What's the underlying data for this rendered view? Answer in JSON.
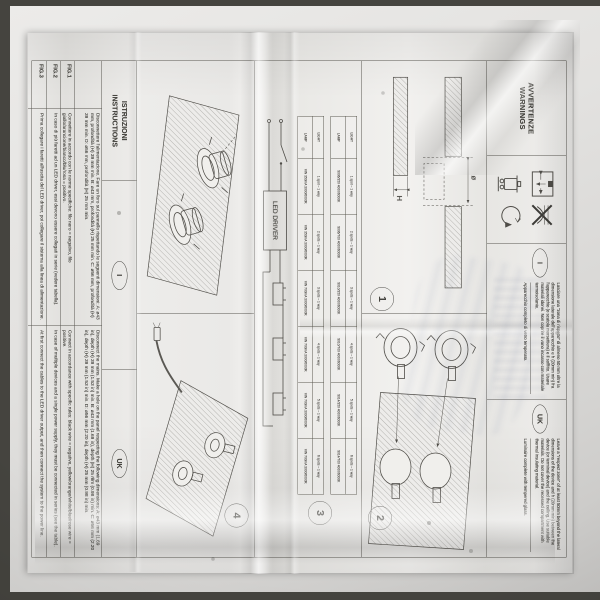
{
  "warnings": {
    "title_line1": "AVVERTENZE",
    "title_line2": "WARNINGS",
    "lang_it": "I",
    "lang_en": "UK",
    "it_text": "Lasciare una \"zona di rispetto\" di almeno 50 mm oltre la dimensione laterale dell'apparecchio e h (20mm min) fra l'apparecchio (o scatola morsettiera) e il soffitto. Usare materiali idonei. Non coprire il vano incasso con materiale termoisolante.",
    "it_note": "Apparecchio completo di vetro temperato.",
    "en_text": "Leave a \"respect zone\" of at least 50mm beyond the lateral dimensions of the device and h (20mm min) between the device (or terminal device) and the ceiling. Use suitable materials. Do not cover the recessed compartment with thermal insulating material.",
    "en_note": "Luminaire complete with tempered glass.",
    "icons": [
      "respect-zone-icon",
      "no-cover-icon",
      "weee-bin-icon",
      "recycle-icon"
    ]
  },
  "figures": {
    "c1": "1",
    "c2": "2",
    "c3": "3",
    "c4": "4",
    "diameter_label": "ø",
    "depth_label": "H",
    "driver_label": "LED DRIVER"
  },
  "table": {
    "bank2": {
      "header": [
        "LIGHT",
        "1 spot – 1 way",
        "2 spots – 1 way",
        "3 spots – 1 way",
        "4 spots – 1 way",
        "5 spots – 1 way",
        "6 spots – 1 way"
      ],
      "row": [
        "LAMP",
        "9006/350 4000/6000K",
        "9006/700 4000/6000K",
        "9010/350 4000/6000K",
        "9010/700 4000/6000K",
        "9014/350 4000/6000K",
        "9014/700 4000/6000K"
      ]
    },
    "bank1": {
      "header": [
        "LIGHT",
        "1 spot – 1 way",
        "2 spots – 1 way",
        "3 spots – 1 way",
        "4 spots – 1 way",
        "5 spots – 1 way",
        "6 spots – 1 way"
      ],
      "row": [
        "LAMP",
        "VIN 350mA 3000/6000K",
        "VIN 350mA 3000/6000K",
        "VIN 700mA 3000/6000K",
        "VIN 700mA 3000/6000K",
        "VIN 700mA 3000/6000K",
        "VIN 700mA 3000/6000K"
      ]
    }
  },
  "instructions": {
    "header_line1": "ISTRUZIONI",
    "header_line2": "INSTRUCTIONS",
    "lang_it": "I",
    "lang_en": "UK",
    "rows": [
      {
        "fig": "",
        "it": "Disconnettere l'alimentazione. Fare un foro sul pannello rispettando le seguenti dimensioni: A: ø43 mm, profondità (H) 39 mm min. B: ø43 mm, profondità (H) 25 mm min. C: ø56 mm, profondità (H) 39 mm min. D: ø56 mm, profondità (H) 25 mm min.",
        "en": "Disconnect the mains. Make a hole on the panel respecting the following dimensions: A: ø43 mm (1.69 in), depth (H) 39 mm (1.53 in) min. B: ø43 mm (1.69 in), depth (H) 25 mm (0.98 in) min. C: ø56 mm (2.20 in), depth (H) 39 mm (1.53 in) min. D: ø56 mm (2.20 in), depth (H) 25 mm (0.98 in) min."
      },
      {
        "fig": "FIG.1",
        "it": "Connettere in accordo con le norme specifiche: filo nero = negativo, filo giallo/arancione/bianco/blu/rosa = positivo.",
        "en": "Connect in accordance with specific rules: black wire = negative, yellow/orange/white/blue/rose wire = positive."
      },
      {
        "fig": "FIG.2",
        "it": "In caso di più faretti ad un LED driver, essi devono essere collegati in serie (vedere tabella).",
        "en": "In case of multiple devices and a single power supply, they must be connected in series (see the table)."
      },
      {
        "fig": "FIG.3",
        "it": "Prima collegare i faretti all'uscita del LED driver, poi collegare il sistema alla linea di alimentazione.",
        "en": "At first connect the cables to the LED driver output, and then connect the system to the power line."
      }
    ]
  }
}
